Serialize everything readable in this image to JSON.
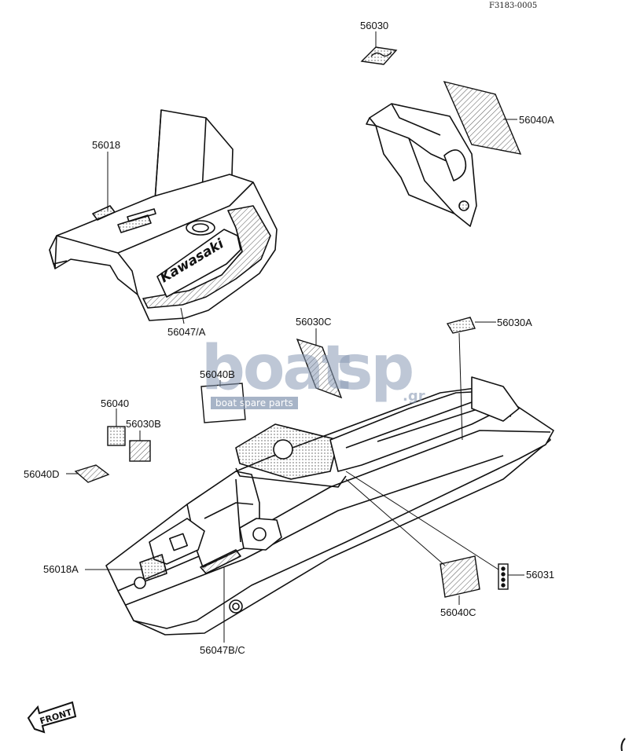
{
  "figure": {
    "code": "F3183-0005"
  },
  "watermark": {
    "brand_left": "boat",
    "brand_right": "sp",
    "tld": ".gr",
    "tagline": "boat spare parts"
  },
  "callouts": {
    "c56030": "56030",
    "c56040A": "56040A",
    "c56018": "56018",
    "c56047A": "56047/A",
    "c56030C": "56030C",
    "c56030A": "56030A",
    "c56040B": "56040B",
    "c56040": "56040",
    "c56030B": "56030B",
    "c56040D": "56040D",
    "c56018A": "56018A",
    "c56031": "56031",
    "c56040C": "56040C",
    "c56047BC": "56047B/C"
  },
  "decals": {
    "brand": "Kawasaki",
    "front_arrow": "FRONT"
  },
  "colors": {
    "ink": "#111111",
    "hatch": "#555555",
    "watermark": "#8a9bb5"
  }
}
